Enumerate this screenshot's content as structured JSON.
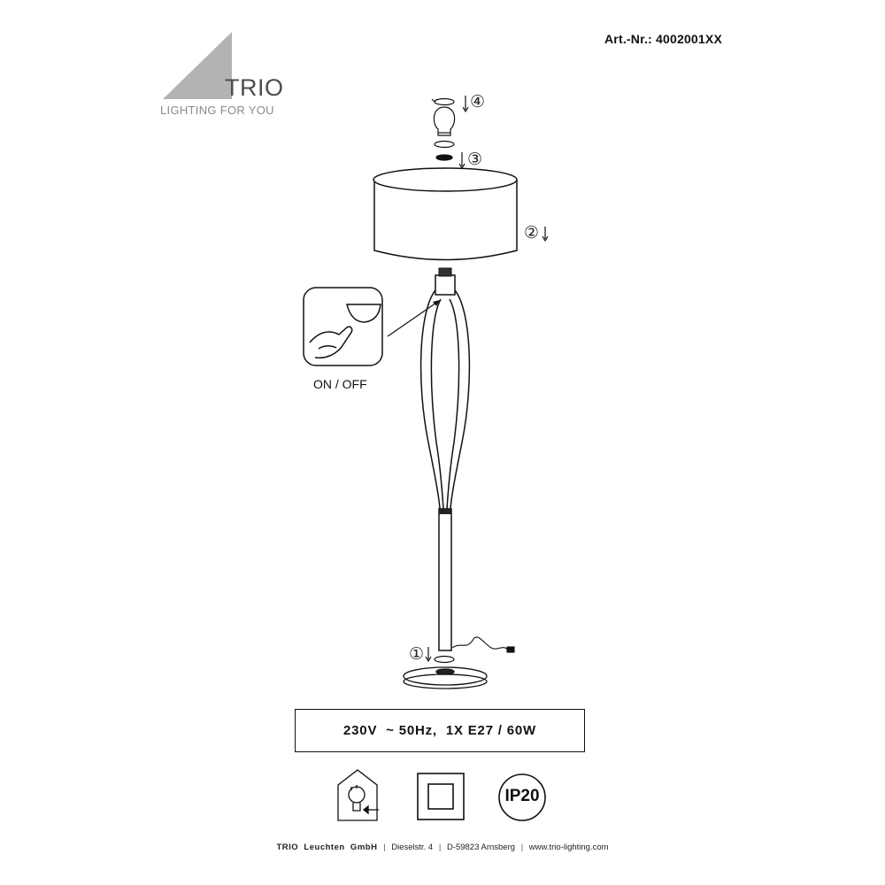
{
  "header": {
    "article_number": "Art.-Nr.: 4002001XX",
    "logo_name": "TRIO",
    "logo_tagline": "LIGHTING FOR YOU"
  },
  "diagram": {
    "switch_label": "ON / OFF",
    "step_1": "①",
    "step_2": "②",
    "step_3": "③",
    "step_4": "④"
  },
  "specs": {
    "rating": "230V  ~ 50Hz,  1X E27 / 60W",
    "ip_rating": "IP20"
  },
  "footer": {
    "company": "TRIO  Leuchten  GmbH",
    "street": "Dieselstr. 4",
    "city": "D-59823 Arnsberg",
    "website": "www.trio-lighting.com"
  },
  "colors": {
    "logo_triangle": "#b3b3b3",
    "line": "#111111"
  },
  "icons": [
    "rotate-arrows-icon",
    "light-bulb-icon",
    "hand-switch-icon",
    "bulb-house-icon",
    "double-insulation-icon",
    "plug-icon"
  ]
}
